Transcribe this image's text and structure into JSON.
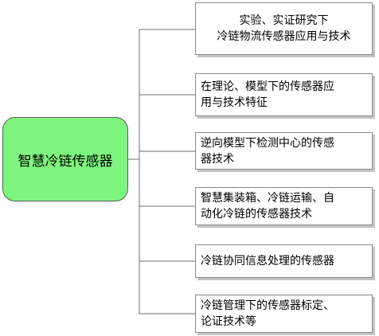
{
  "root": {
    "label": "智慧冷链传感器"
  },
  "branches": [
    {
      "lines": [
        "实验、实证研究下",
        "冷链物流传感器应用与技术"
      ]
    },
    {
      "lines": [
        "在理论、模型下的传感器应",
        "用与技术特征"
      ]
    },
    {
      "lines": [
        "逆向模型下检测中心的传感",
        "器技术"
      ]
    },
    {
      "lines": [
        "智慧集装箱、冷链运输、自",
        "动化冷链的传感器技术"
      ]
    },
    {
      "lines": [
        "冷链协同信息处理的传感器"
      ]
    },
    {
      "lines": [
        "冷链管理下的传感器标定、",
        "论证技术等"
      ]
    }
  ]
}
